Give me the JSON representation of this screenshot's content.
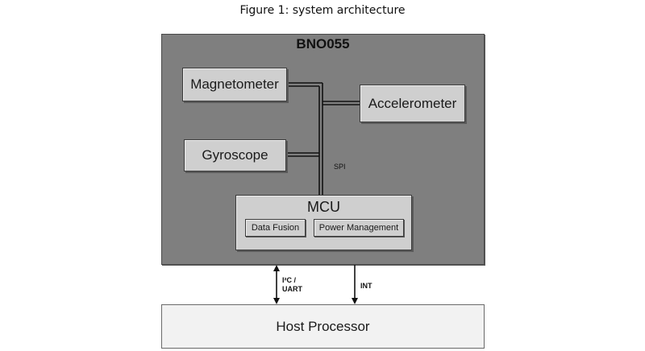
{
  "caption": "Figure 1: system architecture",
  "chip": {
    "title": "BNO055"
  },
  "blocks": {
    "magnetometer": "Magnetometer",
    "accelerometer": "Accelerometer",
    "gyroscope": "Gyroscope",
    "mcu": "MCU",
    "data_fusion": "Data Fusion",
    "power_management": "Power Management",
    "host": "Host Processor"
  },
  "bus_labels": {
    "spi": "SPI",
    "i2c_line1": "I²C /",
    "i2c_line2": "UART",
    "int": "INT"
  },
  "colors": {
    "chip_fill": "#7f7f7f",
    "block_fill": "#cfcfcf",
    "host_fill": "#f2f2f2",
    "wire": "#111111"
  }
}
